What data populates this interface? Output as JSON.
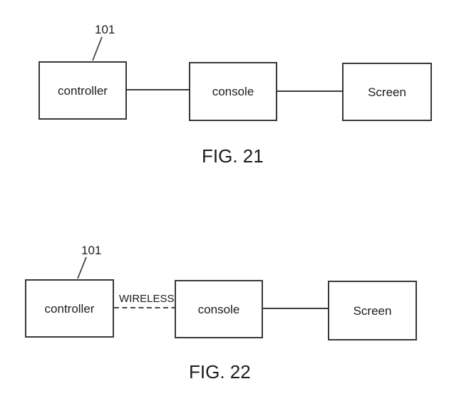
{
  "page": {
    "background_color": "#ffffff",
    "ink_color": "#1c1c1c",
    "line_color": "#3d3d3d"
  },
  "figures": [
    {
      "caption": "FIG. 21",
      "ref_label": "101",
      "boxes": [
        {
          "label": "controller"
        },
        {
          "label": "console"
        },
        {
          "label": "Screen"
        }
      ],
      "connections": [
        {
          "from": "controller",
          "to": "console",
          "style": "solid"
        },
        {
          "from": "console",
          "to": "Screen",
          "style": "solid"
        }
      ]
    },
    {
      "caption": "FIG. 22",
      "ref_label": "101",
      "boxes": [
        {
          "label": "controller"
        },
        {
          "label": "console"
        },
        {
          "label": "Screen"
        }
      ],
      "connections": [
        {
          "from": "controller",
          "to": "console",
          "style": "dashed",
          "label": "WIRELESS"
        },
        {
          "from": "console",
          "to": "Screen",
          "style": "solid"
        }
      ]
    }
  ]
}
